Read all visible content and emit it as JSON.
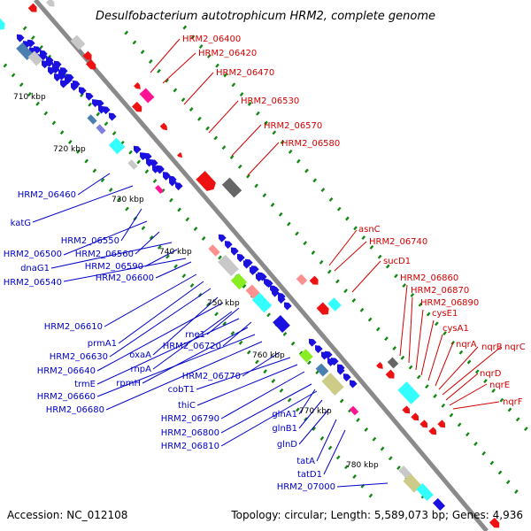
{
  "title": "Desulfobacterium autotrophicum HRM2, complete genome",
  "footer": {
    "accession": "Accession: NC_012108",
    "summary": "Topology: circular; Length: 5,589,073 bp; Genes: 4,936"
  },
  "colors": {
    "backbone": "#8a8a8a",
    "forward_label": "#d40000",
    "reverse_label": "#0000c8",
    "tick": "#118811",
    "red": "#ee1111",
    "blue": "#1a10e0",
    "cyan": "#33ffff",
    "gray": "#666666",
    "lightgray": "#c8c8c8",
    "magenta": "#ff1493",
    "pink": "#ff9090",
    "lime": "#88ee22",
    "khaki": "#cccc88",
    "steel": "#4a7fb0",
    "purple": "#8080e0"
  },
  "kbp_labels": [
    "710 kbp",
    "720 kbp",
    "730 kbp",
    "740 kbp",
    "750 kbp",
    "760 kbp",
    "770 kbp",
    "780 kbp"
  ],
  "forward_genes": [
    "HRM2_06400",
    "HRM2_06420",
    "HRM2_06470",
    "HRM2_06530",
    "HRM2_06570",
    "HRM2_06580",
    "asnC",
    "HRM2_06740",
    "sucD1",
    "HRM2_06860",
    "HRM2_06870",
    "HRM2_06890",
    "cysE1",
    "cysA1",
    "nqrA",
    "nqrB",
    "nqrC",
    "nqrD",
    "nqrE",
    "nqrF"
  ],
  "reverse_genes": [
    "HRM2_06460",
    "katG",
    "HRM2_06550",
    "HRM2_06500",
    "HRM2_06560",
    "dnaG1",
    "HRM2_06590",
    "HRM2_06540",
    "HRM2_06600",
    "HRM2_06610",
    "prmA1",
    "HRM2_06630",
    "oxaA",
    "rne1",
    "HRM2_06720",
    "HRM2_06640",
    "rnpA",
    "trmE",
    "rpmH",
    "HRM2_06660",
    "HRM2_06680",
    "HRM2_06770",
    "cobT1",
    "thiC",
    "HRM2_06790",
    "glnA1",
    "HRM2_06800",
    "glnB1",
    "HRM2_06810",
    "glnD",
    "tatA",
    "tatD1",
    "HRM2_07000"
  ]
}
